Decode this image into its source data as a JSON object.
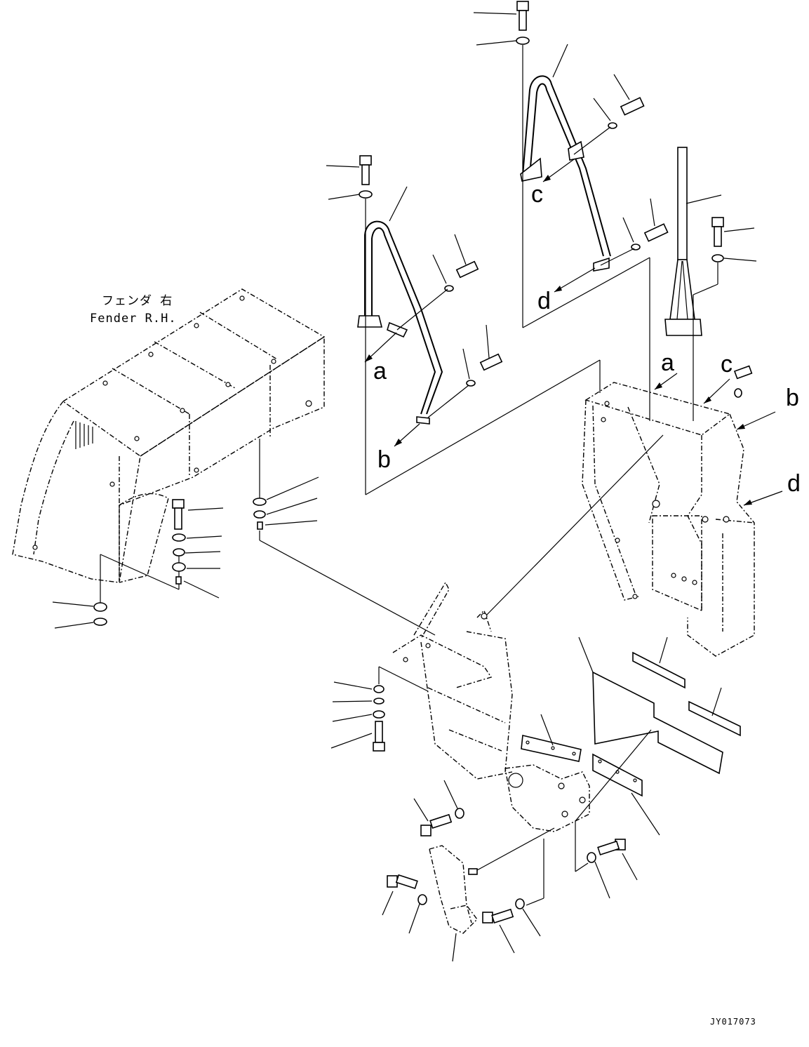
{
  "title": {
    "japanese": "フェンダ 右",
    "english": "Fender R.H."
  },
  "arrow_labels": {
    "a_left": "a",
    "b_left": "b",
    "c_top": "c",
    "d_top": "d",
    "a_right": "a",
    "c_right": "c",
    "b_right": "b",
    "d_right": "d"
  },
  "drawing_code": "JY017073",
  "colors": {
    "ink": "#000000",
    "paper": "#ffffff"
  }
}
